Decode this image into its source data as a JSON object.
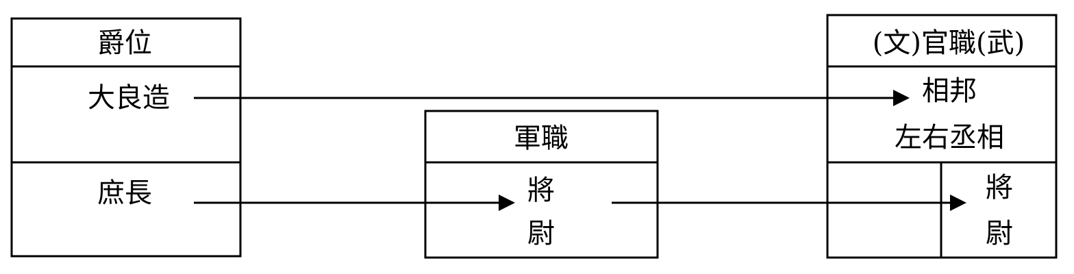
{
  "rank_box": {
    "header": "爵位",
    "item_1": "大良造",
    "item_2": "庶長"
  },
  "military_box": {
    "header": "軍職",
    "item_1": "將",
    "item_2": "尉"
  },
  "office_box": {
    "header": "(文)官職(武)",
    "civil_item_1": "相邦",
    "civil_item_2": "左右丞相",
    "military_item_1": "將",
    "military_item_2": "尉"
  }
}
